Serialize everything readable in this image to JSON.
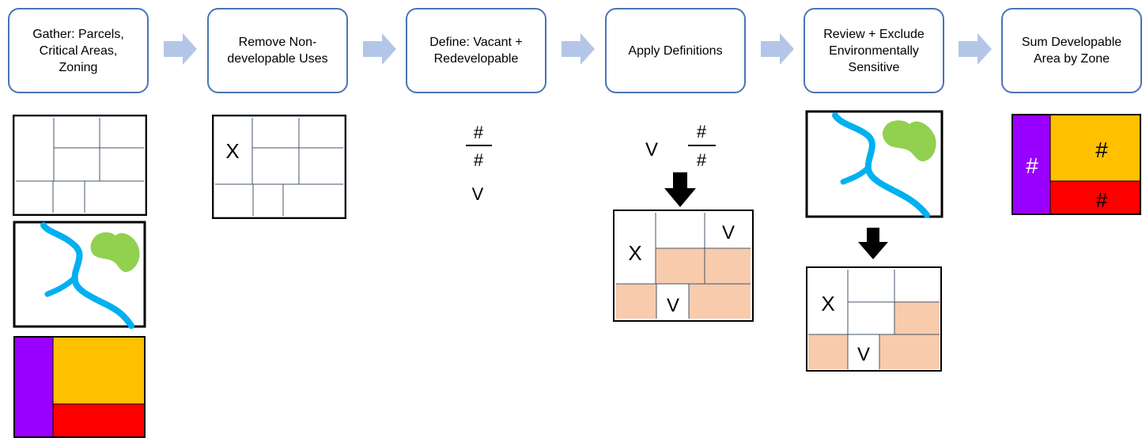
{
  "steps": [
    {
      "label": "Gather: Parcels,\nCritical Areas,\nZoning"
    },
    {
      "label": "Remove Non-\ndevelopable Uses"
    },
    {
      "label": "Define: Vacant +\nRedevelopable"
    },
    {
      "label": "Apply Definitions"
    },
    {
      "label": "Review + Exclude\nEnvironmentally\nSensitive"
    },
    {
      "label": "Sum Developable\nArea by Zone"
    }
  ],
  "symbols": {
    "excluded": "X",
    "vacant": "V",
    "ratio_numerator": "#",
    "ratio_denominator": "#",
    "zone_value": "#"
  },
  "colors": {
    "box_border": "#4a74b6",
    "flow_arrow": "#b4c6e7",
    "parcel_grid": "#44546a",
    "developable_fill": "#f8cbad",
    "river": "#00b0f0",
    "wetland": "#92d050",
    "zone_purple": "#9900ff",
    "zone_orange": "#ffc000",
    "zone_red": "#ff0000"
  }
}
